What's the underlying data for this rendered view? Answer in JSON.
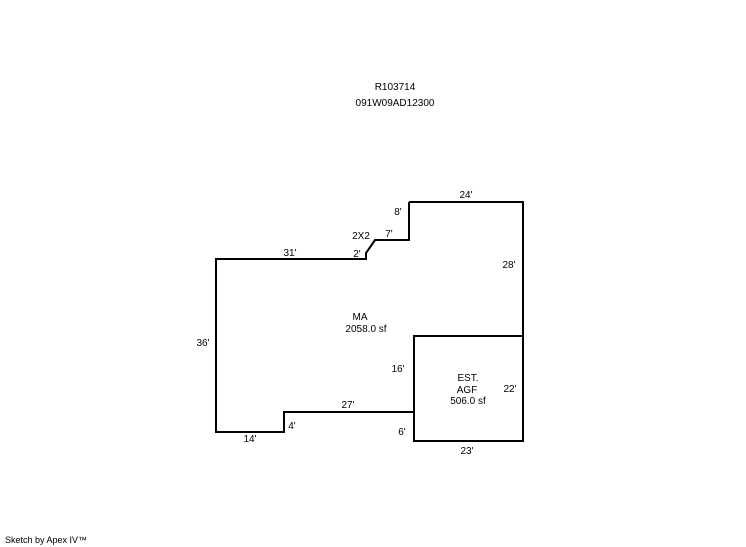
{
  "header": {
    "parcel_id": "R103714",
    "map_number": "091W09AD12300"
  },
  "sketch": {
    "main_area": {
      "code": "MA",
      "area": "2058.0 sf"
    },
    "garage": {
      "line1": "EST.",
      "line2": "AGF",
      "area": "506.0 sf"
    },
    "dimensions": {
      "top": "24'",
      "step_upper": "8'",
      "step_mid": "7'",
      "offset_label": "2X2",
      "step_lower": "2'",
      "upper_left": "31'",
      "right_upper": "28'",
      "left": "36'",
      "bottom_left": "14'",
      "notch": "4'",
      "bottom_mid": "27'",
      "garage_left": "16'",
      "garage_right": "22'",
      "garage_low": "6'",
      "garage_bottom": "23'"
    }
  },
  "footer": {
    "credit": "Sketch by Apex IV™"
  }
}
